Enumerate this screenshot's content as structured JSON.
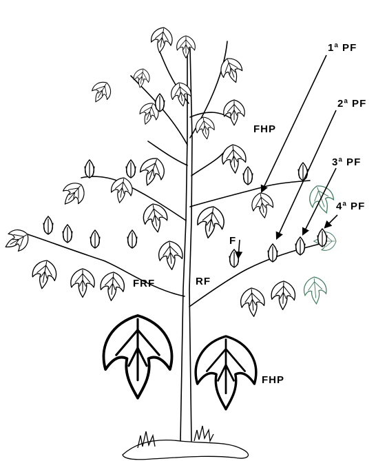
{
  "labels": {
    "pf1": "1ª PF",
    "pf2": "2ª PF",
    "pf3": "3ª PF",
    "pf4": "4ª PF",
    "fhp_top": "FHP",
    "fhp_bottom": "FHP",
    "f": "F",
    "frf": "FRF",
    "rf": "RF"
  }
}
